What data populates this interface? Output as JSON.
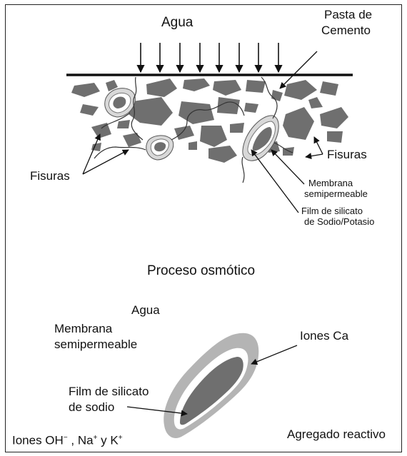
{
  "top_diagram": {
    "water_label": "Agua",
    "paste_label_line1": "Pasta de",
    "paste_label_line2": "Cemento",
    "cracks_left_label": "Fisuras",
    "cracks_right_label": "Fisuras",
    "membrane_label_line1": "Membrana",
    "membrane_label_line2": "semipermeable",
    "film_label_line1": "Film de silicato",
    "film_label_line2": "de Sodio/Potasio"
  },
  "section_title": "Proceso osmótico",
  "bottom_diagram": {
    "water_label": "Agua",
    "membrane_label_line1": "Membrana",
    "membrane_label_line2": "semipermeable",
    "ca_ions_label": "Iones Ca",
    "film_label_line1": "Film de silicato",
    "film_label_line2": "de sodio",
    "ions_label_prefix": "Iones OH",
    "ions_oh_sup": "−",
    "ions_label_mid1": " , Na",
    "ions_na_sup": "+",
    "ions_label_mid2": " y K",
    "ions_k_sup": "+",
    "aggregate_label": "Agregado reactivo"
  },
  "colors": {
    "aggregate": "#6f6f6f",
    "membrane": "#b4b4b4",
    "line": "#111111",
    "background": "#ffffff"
  }
}
